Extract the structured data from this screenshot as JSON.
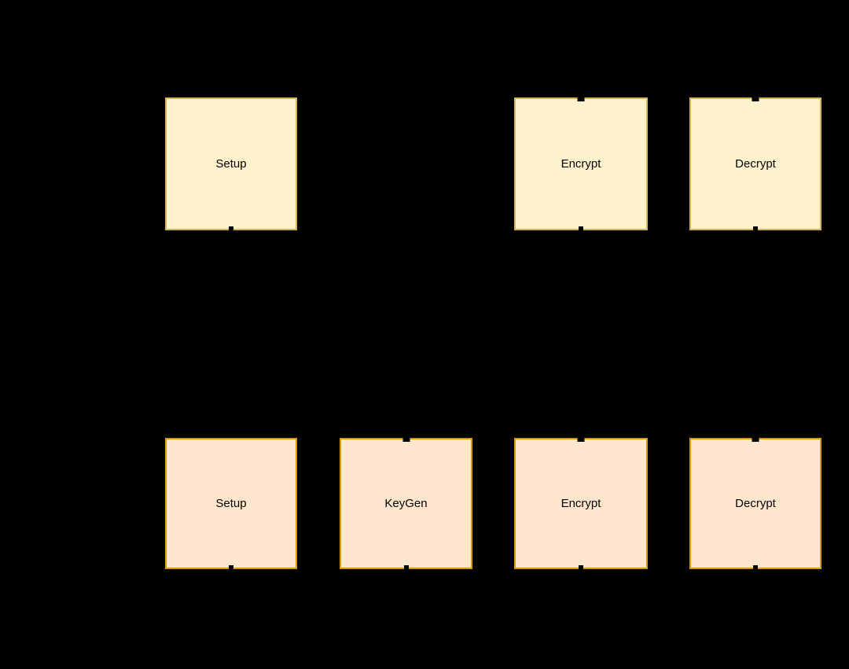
{
  "diagram": {
    "background_color": "#000000",
    "text_color": "#000000",
    "rows": {
      "top": {
        "fill_color": "#FFF2CC",
        "stroke_color": "#D6B656",
        "boxes": [
          {
            "label": "Setup"
          },
          {
            "label": "Encrypt"
          },
          {
            "label": "Decrypt"
          }
        ]
      },
      "bottom": {
        "fill_color": "#FFE6CC",
        "stroke_color": "#D79B00",
        "boxes": [
          {
            "label": "Setup"
          },
          {
            "label": "KeyGen"
          },
          {
            "label": "Encrypt"
          },
          {
            "label": "Decrypt"
          }
        ]
      }
    }
  }
}
